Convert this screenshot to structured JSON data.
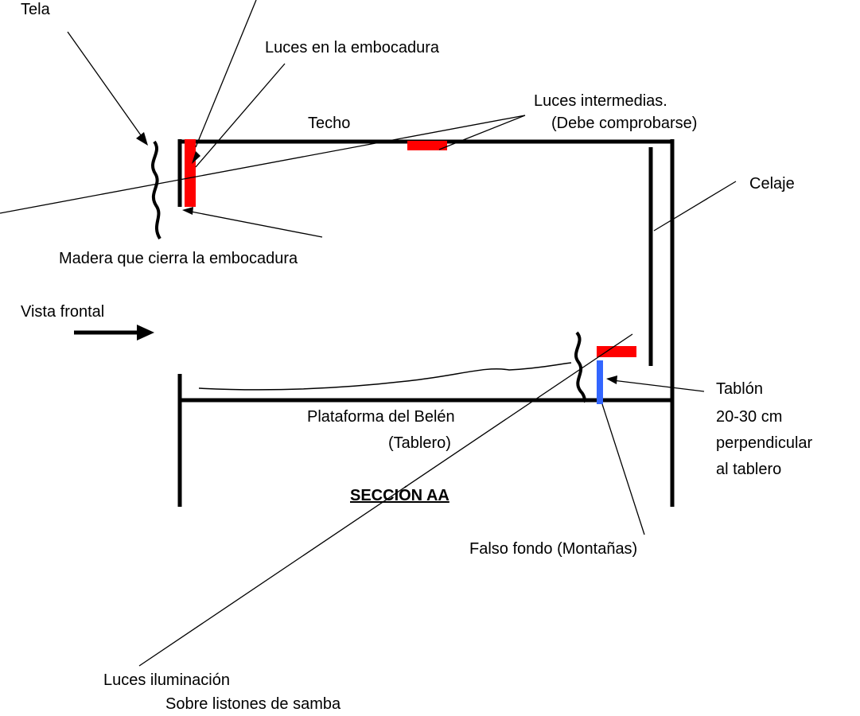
{
  "labels": {
    "tela": "Tela",
    "luces_embocadura": "Luces en la embocadura",
    "luces_intermedias_1": "Luces intermedias.",
    "luces_intermedias_2": "(Debe comprobarse)",
    "techo": "Techo",
    "celaje": "Celaje",
    "madera": "Madera que cierra la embocadura",
    "vista_frontal": "Vista frontal",
    "tablon_1": "Tablón",
    "tablon_2": "20-30 cm",
    "tablon_3": "perpendicular",
    "tablon_4": "al tablero",
    "plataforma_1": "Plataforma del Belén",
    "plataforma_2": "(Tablero)",
    "seccion": "SECCIÓN AA",
    "falso_fondo": "Falso fondo (Montañas)",
    "luces_iluminacion_1": "Luces iluminación",
    "luces_iluminacion_2": "Sobre listones de samba"
  },
  "colors": {
    "structure": "#000000",
    "light": "#ff0000",
    "false_background": "#3366ff"
  }
}
